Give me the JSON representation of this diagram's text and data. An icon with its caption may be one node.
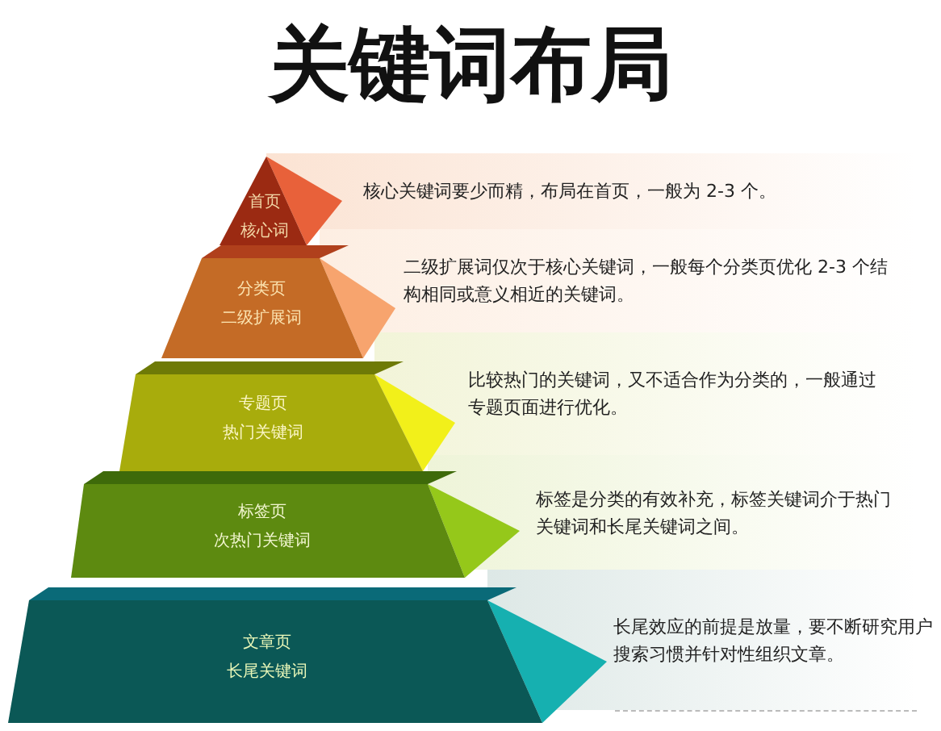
{
  "diagram": {
    "title": "关键词布局",
    "nodes": [
      {
        "text": [
          "首页",
          "核心词"
        ],
        "beside": [
          "核心关键词要少而精，布局在首页，一般为 2-3 个。"
        ]
      },
      {
        "text": [
          "分类页",
          "二级扩展词"
        ],
        "beside": [
          "二级扩展词仅次于核心关键词，一般每个分类页优化 2-3 个结构相同或意义相近的关键词。"
        ]
      },
      {
        "text": [
          "专题页",
          "热门关键词"
        ],
        "beside": [
          "比较热门的关键词，又不适合作为分类的，一般通过专题页面进行优化。"
        ]
      },
      {
        "text": [
          "标签页",
          "次热门关键词"
        ],
        "beside": [
          "标签是分类的有效补充，标签关键词介于热门关键词和长尾关键词之间。"
        ]
      },
      {
        "text": [
          "文章页",
          "长尾关键词"
        ],
        "beside": [
          "长尾效应的前提是放量，要不断研究用户搜索习惯并针对性组织文章。"
        ]
      }
    ]
  }
}
